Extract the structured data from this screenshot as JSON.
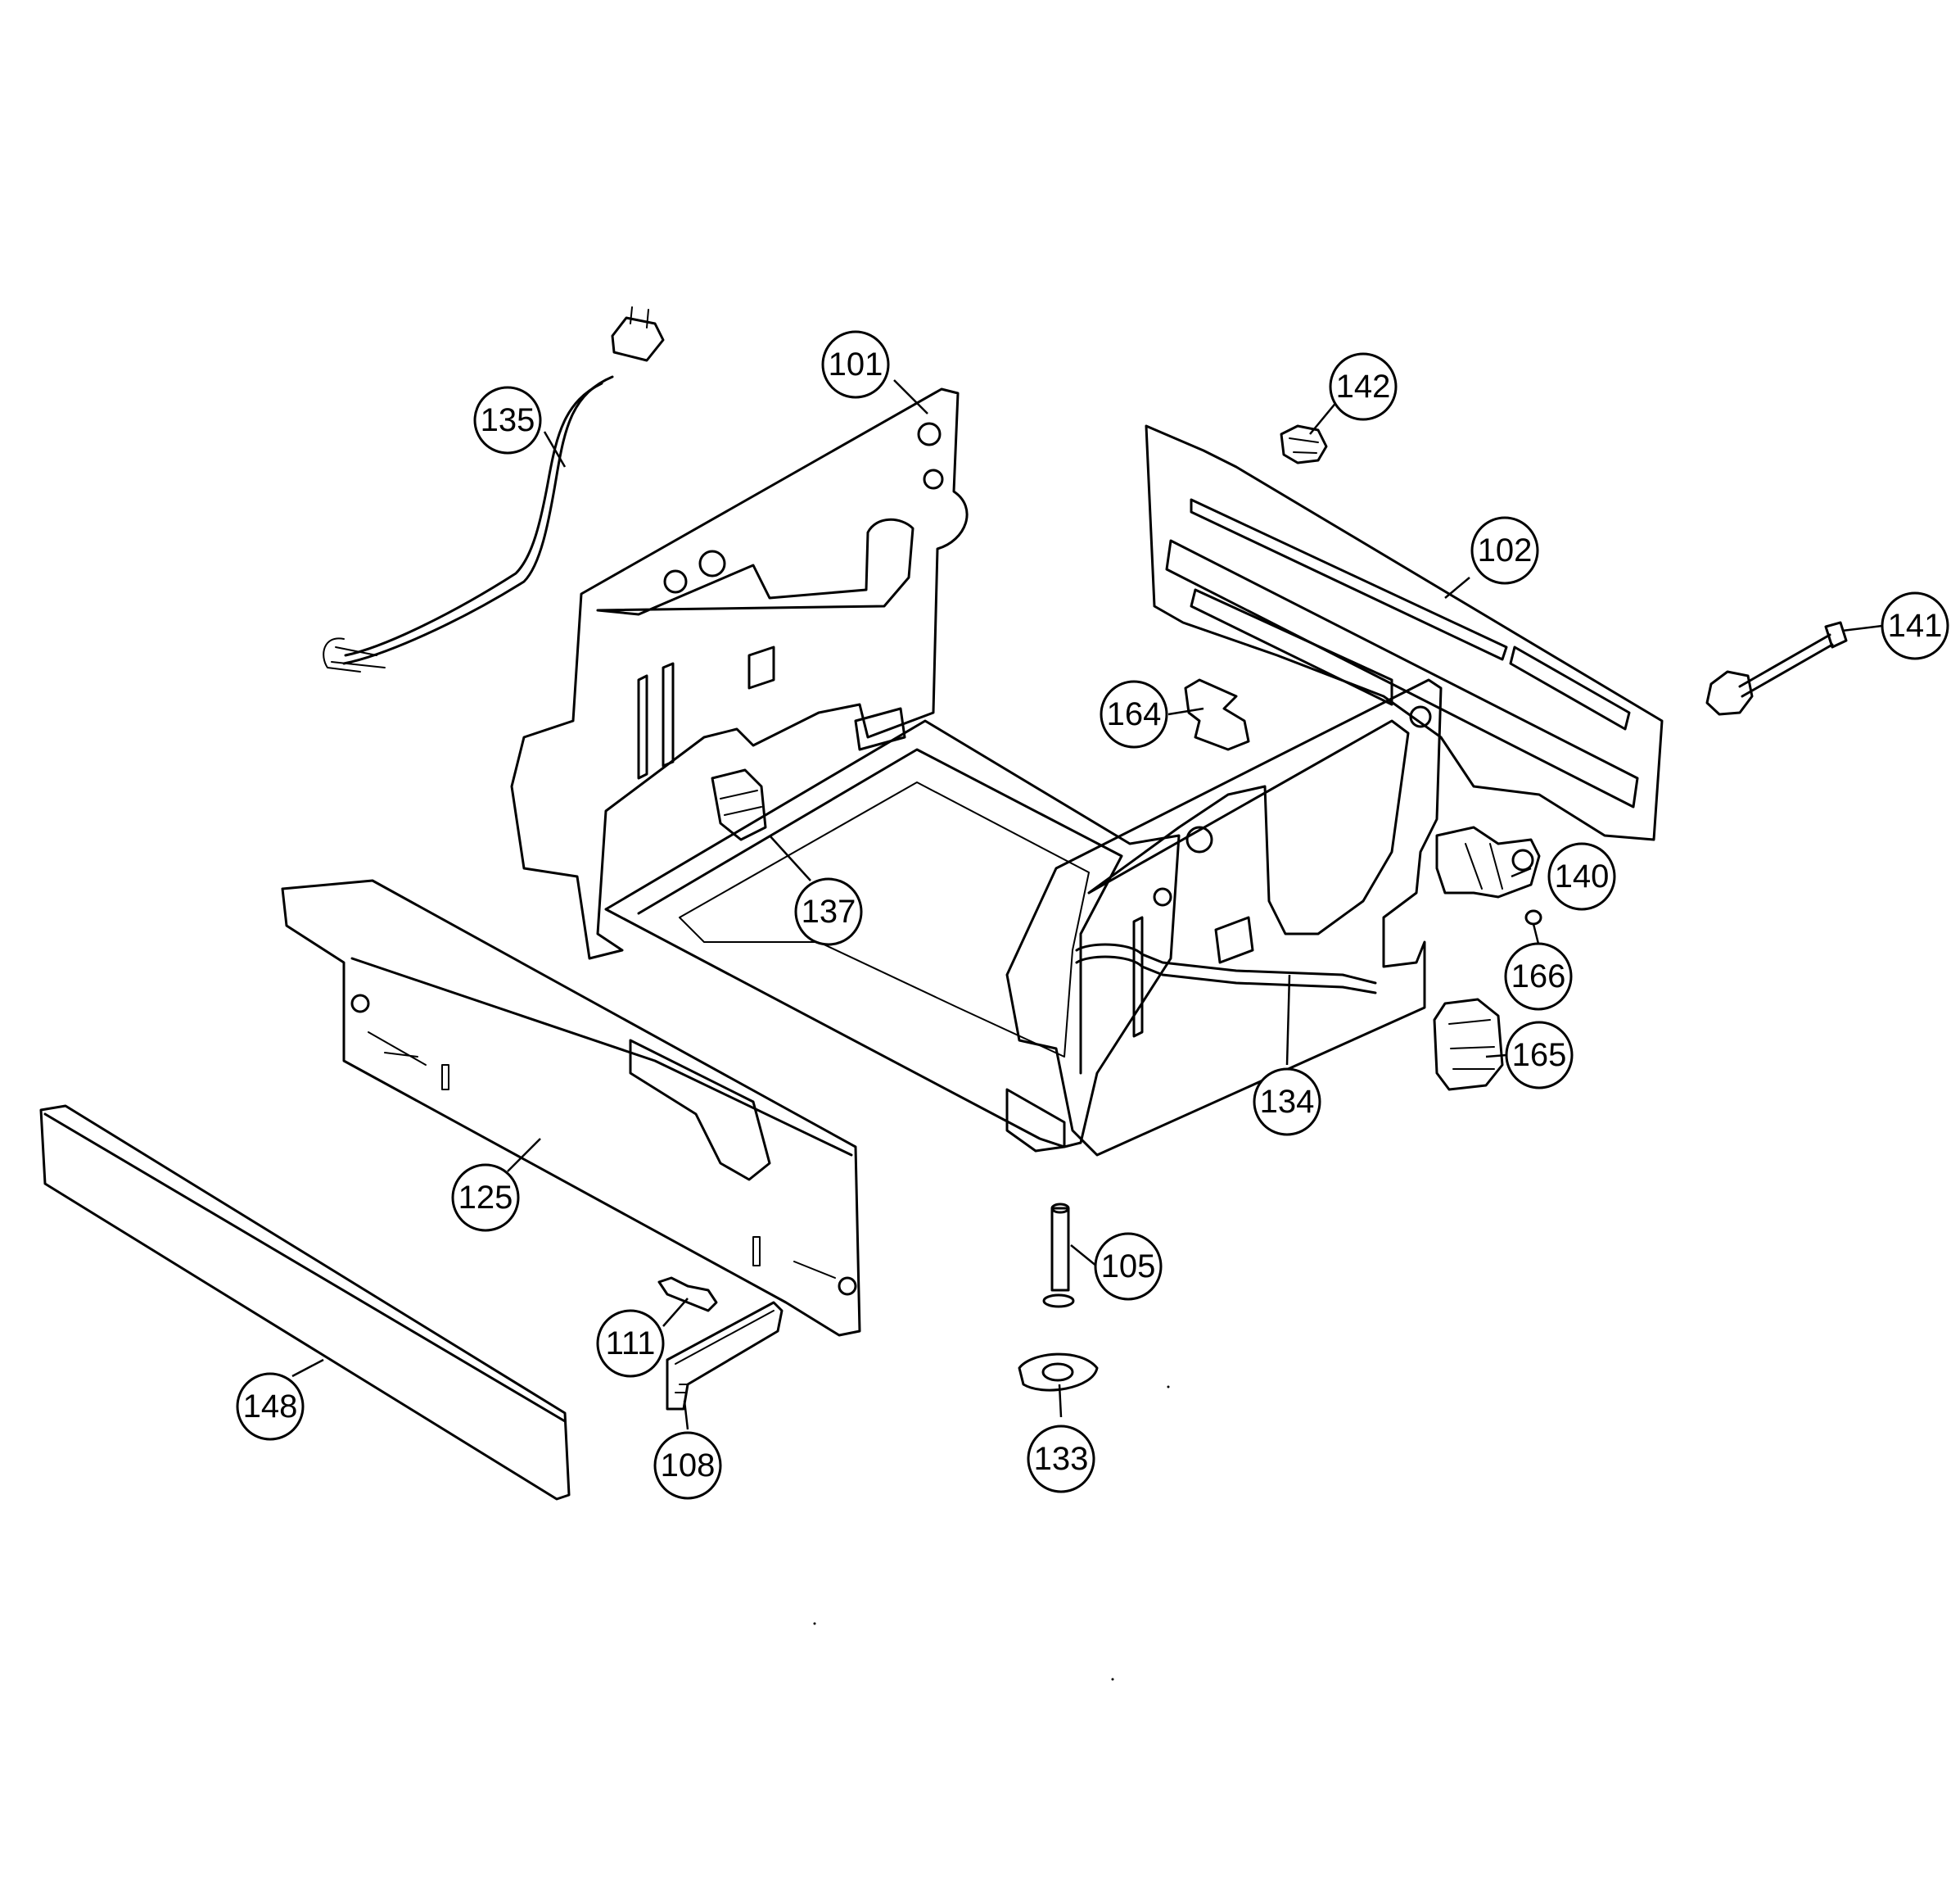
{
  "diagram": {
    "callouts": [
      {
        "id": "101",
        "label": "101"
      },
      {
        "id": "102",
        "label": "102"
      },
      {
        "id": "105",
        "label": "105"
      },
      {
        "id": "108",
        "label": "108"
      },
      {
        "id": "111",
        "label": "111"
      },
      {
        "id": "125",
        "label": "125"
      },
      {
        "id": "133",
        "label": "133"
      },
      {
        "id": "134",
        "label": "134"
      },
      {
        "id": "135",
        "label": "135"
      },
      {
        "id": "137",
        "label": "137"
      },
      {
        "id": "140",
        "label": "140"
      },
      {
        "id": "141",
        "label": "141"
      },
      {
        "id": "142",
        "label": "142"
      },
      {
        "id": "148",
        "label": "148"
      },
      {
        "id": "164",
        "label": "164"
      },
      {
        "id": "165",
        "label": "165"
      },
      {
        "id": "166",
        "label": "166"
      }
    ]
  }
}
